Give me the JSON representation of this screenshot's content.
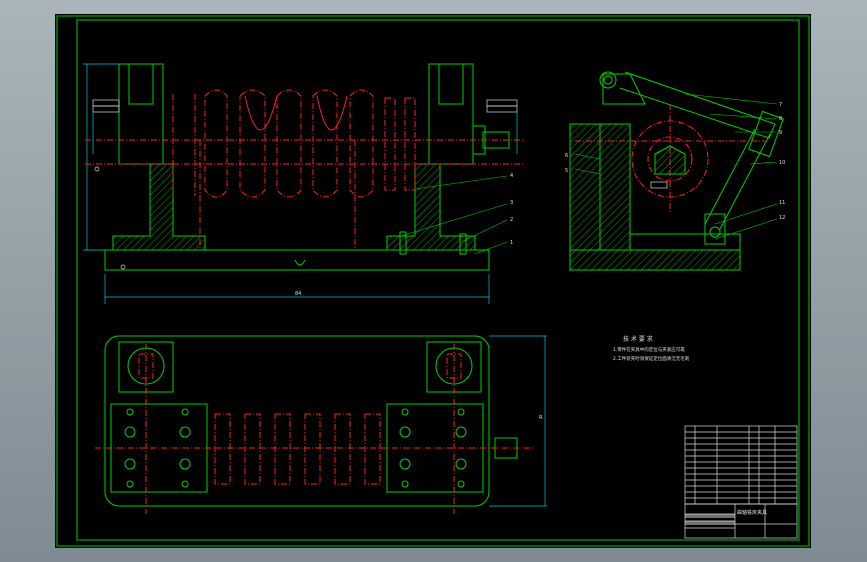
{
  "drawing": {
    "tech_requirements_title": "技 术 要 求",
    "tech_requirements_lines": [
      "1.零件在夹具中的定位与夹紧应可靠",
      "2.工件装夹时须保证定位面清洁无毛刺"
    ],
    "title_block_name": "曲轴铣床夹具",
    "dimension_width": "84",
    "dimension_height": "R",
    "part_numbers": [
      "1",
      "2",
      "3",
      "4",
      "5",
      "6",
      "7",
      "8",
      "9",
      "10",
      "11",
      "12"
    ]
  },
  "colors": {
    "outline": "#00d000",
    "centerline": "#ff2020",
    "dimension": "#00c8d0",
    "background": "#000000"
  }
}
